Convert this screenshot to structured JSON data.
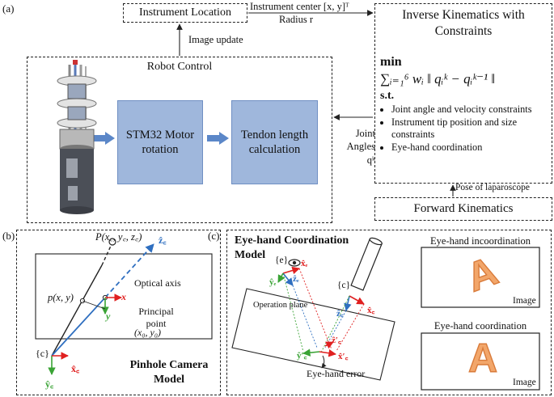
{
  "panel_labels": {
    "a": "(a)",
    "b": "(b)",
    "c": "(c)"
  },
  "top": {
    "instrument_location": "Instrument Location",
    "instrument_center": "Instrument center [x, y]ᵀ",
    "radius": "Radius r",
    "image_update": "Image update",
    "robot_control": "Robot Control",
    "stm32": "STM32 Motor rotation",
    "tendon": "Tendon length calculation",
    "joint_angles": "Joint Angles qᵏ",
    "pose_of_laparoscope": "Pose of laparoscope",
    "forward_kinematics": "Forward Kinematics"
  },
  "ik": {
    "title": "Inverse Kinematics with Constraints",
    "min_label": "min",
    "objective": "∑ᵢ₌₁⁶ wᵢ ‖ qᵢᵏ − qᵢᵏ⁻¹ ‖",
    "st_label": "s.t.",
    "constraints": [
      "Joint angle and velocity constraints",
      "Instrument tip position and size constraints",
      "Eye-hand coordination"
    ]
  },
  "pinhole": {
    "P": "P(x꜀, y꜀, z꜀)",
    "p": "p(x, y)",
    "optical_axis": "Optical axis",
    "principal_point": "Principal point",
    "x0y0": "(x₀, y₀)",
    "c_frame": "{c}",
    "x_axis": "x",
    "y_axis": "y",
    "zc": "ẑ꜀",
    "xc": "x̂꜀",
    "yc": "ŷ꜀",
    "title_line1": "Pinhole Camera",
    "title_line2": "Model"
  },
  "eyehand": {
    "title_line1": "Eye-hand Coordination",
    "title_line2": "Model",
    "e_frame": "{e}",
    "c_frame": "{c}",
    "ze": "ẑₑ",
    "xe": "x̂ₑ",
    "ye": "ŷₑ",
    "zc": "ẑ꜀",
    "xc": "x̂꜀",
    "yc_prime": "ŷ′꜀",
    "xc_prime": "x̂′꜀",
    "zc_prime": "ẑ′꜀",
    "operation_plane": "Operation plane",
    "eye_hand_error": "Eye-hand error",
    "incoordination_title": "Eye-hand incoordination",
    "coordination_title": "Eye-hand coordination",
    "image_label_1": "Image",
    "image_label_2": "Image",
    "letter": "A"
  },
  "colors": {
    "box_blue": "#9fb7dc",
    "arrow_blue": "#4f81bd",
    "axis_red": "#e02020",
    "axis_green": "#3aa335",
    "axis_blue": "#2f6fc0",
    "letter_orange": "#f2a66a"
  }
}
